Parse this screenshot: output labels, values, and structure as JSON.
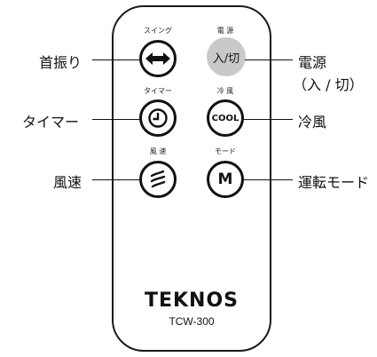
{
  "buttons": {
    "swing": {
      "top_label": "スイング",
      "callout": "首振り",
      "icon": "left-right-arrow-icon"
    },
    "power": {
      "top_label": "電 源",
      "text": "入/切",
      "callout_line1": "電源",
      "callout_line2": "（入 / 切）"
    },
    "timer": {
      "top_label": "タイマー",
      "callout": "タイマー",
      "icon": "clock-icon"
    },
    "cool": {
      "top_label": "冷 風",
      "text": "COOL",
      "callout": "冷風"
    },
    "speed": {
      "top_label": "風 速",
      "callout": "風速",
      "icon": "wind-icon"
    },
    "mode": {
      "top_label": "モード",
      "text": "M",
      "callout": "運転モード"
    }
  },
  "brand": "TEKNOS",
  "model": "TCW-300",
  "colors": {
    "outline": "#111111",
    "power_fill": "#c9c9c9"
  }
}
